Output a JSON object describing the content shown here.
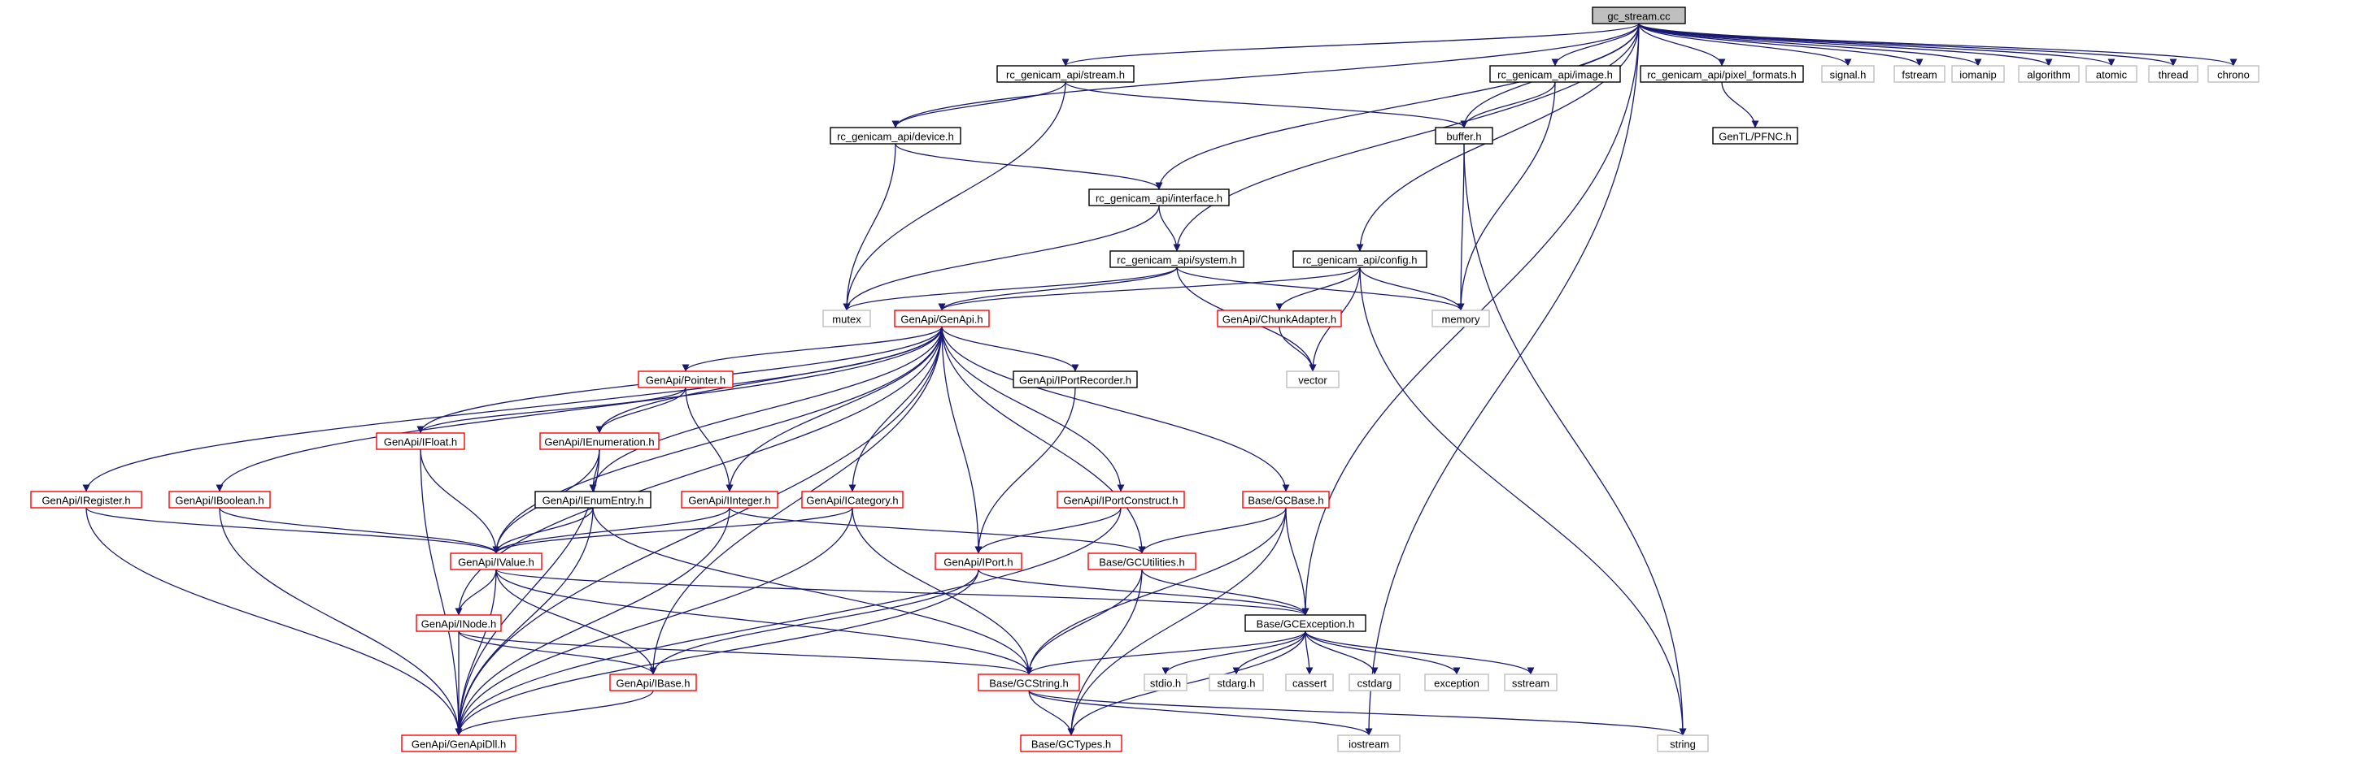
{
  "graph": {
    "kind": "include-dependency-graph",
    "root": "gc_stream.cc",
    "colors": {
      "edge": "#191970",
      "documented_border": "#000000",
      "truncated_border": "#ff0000",
      "external_border": "#bfbfbf",
      "root_fill": "#bfbfbf",
      "text": "#000000"
    },
    "nodes": [
      {
        "id": "gc_stream",
        "label": "gc_stream.cc",
        "style": "root"
      },
      {
        "id": "rc_stream",
        "label": "rc_genicam_api/stream.h",
        "style": "documented"
      },
      {
        "id": "rc_image",
        "label": "rc_genicam_api/image.h",
        "style": "documented"
      },
      {
        "id": "rc_pixel",
        "label": "rc_genicam_api/pixel_formats.h",
        "style": "documented"
      },
      {
        "id": "signal",
        "label": "signal.h",
        "style": "external"
      },
      {
        "id": "fstream",
        "label": "fstream",
        "style": "external"
      },
      {
        "id": "iomanip",
        "label": "iomanip",
        "style": "external"
      },
      {
        "id": "algorithm",
        "label": "algorithm",
        "style": "external"
      },
      {
        "id": "atomic",
        "label": "atomic",
        "style": "external"
      },
      {
        "id": "thread",
        "label": "thread",
        "style": "external"
      },
      {
        "id": "chrono",
        "label": "chrono",
        "style": "external"
      },
      {
        "id": "rc_device",
        "label": "rc_genicam_api/device.h",
        "style": "documented"
      },
      {
        "id": "buffer",
        "label": "buffer.h",
        "style": "documented"
      },
      {
        "id": "pfnc",
        "label": "GenTL/PFNC.h",
        "style": "documented"
      },
      {
        "id": "rc_interface",
        "label": "rc_genicam_api/interface.h",
        "style": "documented"
      },
      {
        "id": "rc_system",
        "label": "rc_genicam_api/system.h",
        "style": "documented"
      },
      {
        "id": "rc_config",
        "label": "rc_genicam_api/config.h",
        "style": "documented"
      },
      {
        "id": "mutex",
        "label": "mutex",
        "style": "external"
      },
      {
        "id": "genapi",
        "label": "GenApi/GenApi.h",
        "style": "truncated"
      },
      {
        "id": "chunk",
        "label": "GenApi/ChunkAdapter.h",
        "style": "truncated"
      },
      {
        "id": "memory",
        "label": "memory",
        "style": "external"
      },
      {
        "id": "vector",
        "label": "vector",
        "style": "external"
      },
      {
        "id": "pointer",
        "label": "GenApi/Pointer.h",
        "style": "truncated"
      },
      {
        "id": "portrec",
        "label": "GenApi/IPortRecorder.h",
        "style": "documented"
      },
      {
        "id": "ifloat",
        "label": "GenApi/IFloat.h",
        "style": "truncated"
      },
      {
        "id": "ienum",
        "label": "GenApi/IEnumeration.h",
        "style": "truncated"
      },
      {
        "id": "iregister",
        "label": "GenApi/IRegister.h",
        "style": "truncated"
      },
      {
        "id": "iboolean",
        "label": "GenApi/IBoolean.h",
        "style": "truncated"
      },
      {
        "id": "ienumentry",
        "label": "GenApi/IEnumEntry.h",
        "style": "documented"
      },
      {
        "id": "iinteger",
        "label": "GenApi/IInteger.h",
        "style": "truncated"
      },
      {
        "id": "icategory",
        "label": "GenApi/ICategory.h",
        "style": "truncated"
      },
      {
        "id": "iportconstruct",
        "label": "GenApi/IPortConstruct.h",
        "style": "truncated"
      },
      {
        "id": "gcbase",
        "label": "Base/GCBase.h",
        "style": "truncated"
      },
      {
        "id": "ivalue",
        "label": "GenApi/IValue.h",
        "style": "truncated"
      },
      {
        "id": "iport",
        "label": "GenApi/IPort.h",
        "style": "truncated"
      },
      {
        "id": "gcutil",
        "label": "Base/GCUtilities.h",
        "style": "truncated"
      },
      {
        "id": "inode",
        "label": "GenApi/INode.h",
        "style": "truncated"
      },
      {
        "id": "gcexc",
        "label": "Base/GCException.h",
        "style": "documented"
      },
      {
        "id": "ibase",
        "label": "GenApi/IBase.h",
        "style": "truncated"
      },
      {
        "id": "gcstring",
        "label": "Base/GCString.h",
        "style": "truncated"
      },
      {
        "id": "stdio",
        "label": "stdio.h",
        "style": "external"
      },
      {
        "id": "stdarg",
        "label": "stdarg.h",
        "style": "external"
      },
      {
        "id": "cassert",
        "label": "cassert",
        "style": "external"
      },
      {
        "id": "cstdarg",
        "label": "cstdarg",
        "style": "external"
      },
      {
        "id": "exception",
        "label": "exception",
        "style": "external"
      },
      {
        "id": "sstream",
        "label": "sstream",
        "style": "external"
      },
      {
        "id": "genapidll",
        "label": "GenApi/GenApiDll.h",
        "style": "truncated"
      },
      {
        "id": "gctypes",
        "label": "Base/GCTypes.h",
        "style": "truncated"
      },
      {
        "id": "iostream",
        "label": "iostream",
        "style": "external"
      },
      {
        "id": "string",
        "label": "string",
        "style": "external"
      }
    ],
    "edges": [
      [
        "gc_stream",
        "rc_stream"
      ],
      [
        "gc_stream",
        "rc_image"
      ],
      [
        "gc_stream",
        "rc_pixel"
      ],
      [
        "gc_stream",
        "signal"
      ],
      [
        "gc_stream",
        "fstream"
      ],
      [
        "gc_stream",
        "iomanip"
      ],
      [
        "gc_stream",
        "algorithm"
      ],
      [
        "gc_stream",
        "atomic"
      ],
      [
        "gc_stream",
        "thread"
      ],
      [
        "gc_stream",
        "chrono"
      ],
      [
        "gc_stream",
        "rc_device"
      ],
      [
        "gc_stream",
        "buffer"
      ],
      [
        "gc_stream",
        "rc_interface"
      ],
      [
        "gc_stream",
        "rc_system"
      ],
      [
        "gc_stream",
        "rc_config"
      ],
      [
        "gc_stream",
        "gcexc"
      ],
      [
        "gc_stream",
        "iostream"
      ],
      [
        "rc_stream",
        "rc_device"
      ],
      [
        "rc_stream",
        "buffer"
      ],
      [
        "rc_stream",
        "mutex"
      ],
      [
        "rc_image",
        "buffer"
      ],
      [
        "rc_image",
        "memory"
      ],
      [
        "rc_pixel",
        "pfnc"
      ],
      [
        "rc_device",
        "rc_interface"
      ],
      [
        "rc_device",
        "mutex"
      ],
      [
        "buffer",
        "memory"
      ],
      [
        "buffer",
        "string"
      ],
      [
        "rc_interface",
        "rc_system"
      ],
      [
        "rc_interface",
        "mutex"
      ],
      [
        "rc_system",
        "mutex"
      ],
      [
        "rc_system",
        "genapi"
      ],
      [
        "rc_system",
        "memory"
      ],
      [
        "rc_system",
        "vector"
      ],
      [
        "rc_config",
        "genapi"
      ],
      [
        "rc_config",
        "chunk"
      ],
      [
        "rc_config",
        "memory"
      ],
      [
        "rc_config",
        "vector"
      ],
      [
        "rc_config",
        "string"
      ],
      [
        "chunk",
        "vector"
      ],
      [
        "genapi",
        "pointer"
      ],
      [
        "genapi",
        "portrec"
      ],
      [
        "genapi",
        "ifloat"
      ],
      [
        "genapi",
        "ienum"
      ],
      [
        "genapi",
        "iregister"
      ],
      [
        "genapi",
        "iboolean"
      ],
      [
        "genapi",
        "ienumentry"
      ],
      [
        "genapi",
        "iinteger"
      ],
      [
        "genapi",
        "icategory"
      ],
      [
        "genapi",
        "iportconstruct"
      ],
      [
        "genapi",
        "gcbase"
      ],
      [
        "genapi",
        "ivalue"
      ],
      [
        "genapi",
        "iport"
      ],
      [
        "genapi",
        "gcutil"
      ],
      [
        "genapi",
        "inode"
      ],
      [
        "genapi",
        "ibase"
      ],
      [
        "genapi",
        "genapidll"
      ],
      [
        "pointer",
        "ifloat"
      ],
      [
        "pointer",
        "ienum"
      ],
      [
        "pointer",
        "iinteger"
      ],
      [
        "portrec",
        "iport"
      ],
      [
        "ifloat",
        "ivalue"
      ],
      [
        "ifloat",
        "genapidll"
      ],
      [
        "ienum",
        "ienumentry"
      ],
      [
        "ienum",
        "ivalue"
      ],
      [
        "ienum",
        "genapidll"
      ],
      [
        "iregister",
        "ivalue"
      ],
      [
        "iregister",
        "genapidll"
      ],
      [
        "iboolean",
        "ivalue"
      ],
      [
        "iboolean",
        "genapidll"
      ],
      [
        "ienumentry",
        "ivalue"
      ],
      [
        "ienumentry",
        "gcstring"
      ],
      [
        "ienumentry",
        "genapidll"
      ],
      [
        "iinteger",
        "ivalue"
      ],
      [
        "iinteger",
        "gcutil"
      ],
      [
        "iinteger",
        "genapidll"
      ],
      [
        "icategory",
        "ivalue"
      ],
      [
        "icategory",
        "gcstring"
      ],
      [
        "icategory",
        "genapidll"
      ],
      [
        "iportconstruct",
        "iport"
      ],
      [
        "iportconstruct",
        "genapidll"
      ],
      [
        "gcbase",
        "gcutil"
      ],
      [
        "gcbase",
        "gcexc"
      ],
      [
        "gcbase",
        "gcstring"
      ],
      [
        "gcbase",
        "gctypes"
      ],
      [
        "ivalue",
        "inode"
      ],
      [
        "ivalue",
        "ibase"
      ],
      [
        "ivalue",
        "gcexc"
      ],
      [
        "ivalue",
        "gcstring"
      ],
      [
        "ivalue",
        "genapidll"
      ],
      [
        "iport",
        "ibase"
      ],
      [
        "iport",
        "gcexc"
      ],
      [
        "iport",
        "genapidll"
      ],
      [
        "gcutil",
        "gcexc"
      ],
      [
        "gcutil",
        "gcstring"
      ],
      [
        "gcutil",
        "gctypes"
      ],
      [
        "inode",
        "ibase"
      ],
      [
        "inode",
        "gcstring"
      ],
      [
        "inode",
        "genapidll"
      ],
      [
        "gcexc",
        "gcstring"
      ],
      [
        "gcexc",
        "gctypes"
      ],
      [
        "gcexc",
        "stdio"
      ],
      [
        "gcexc",
        "stdarg"
      ],
      [
        "gcexc",
        "cassert"
      ],
      [
        "gcexc",
        "cstdarg"
      ],
      [
        "gcexc",
        "exception"
      ],
      [
        "gcexc",
        "sstream"
      ],
      [
        "ibase",
        "genapidll"
      ],
      [
        "gcstring",
        "gctypes"
      ],
      [
        "gcstring",
        "iostream"
      ],
      [
        "gcstring",
        "string"
      ]
    ]
  }
}
